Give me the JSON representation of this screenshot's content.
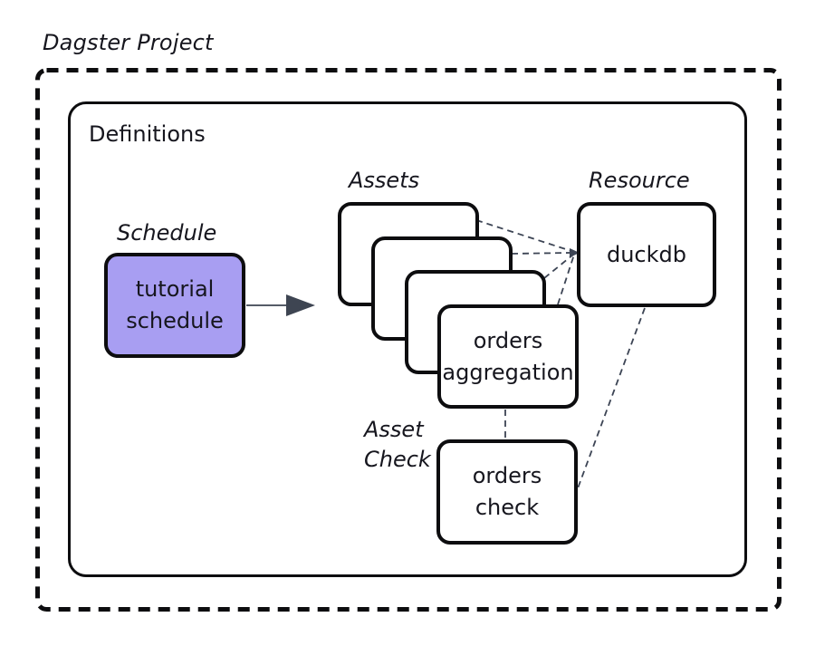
{
  "diagram": {
    "title": "Dagster Project",
    "container_label": "Definitions",
    "labels": {
      "schedule": "Schedule",
      "assets": "Assets",
      "resource": "Resource",
      "asset_check_line1": "Asset",
      "asset_check_line2": "Check"
    },
    "nodes": {
      "tutorial_schedule": {
        "line1": "tutorial",
        "line2": "schedule"
      },
      "orders_aggregation": {
        "line1": "orders",
        "line2": "aggregation"
      },
      "duckdb": {
        "label": "duckdb"
      },
      "orders_check": {
        "line1": "orders",
        "line2": "check"
      }
    },
    "colors": {
      "background": "#ffffff",
      "box_border": "#0d0d0f",
      "schedule_fill": "#a89ef2",
      "connector": "#3c4454",
      "arrow": "#3e4552",
      "text": "#16161e"
    }
  }
}
